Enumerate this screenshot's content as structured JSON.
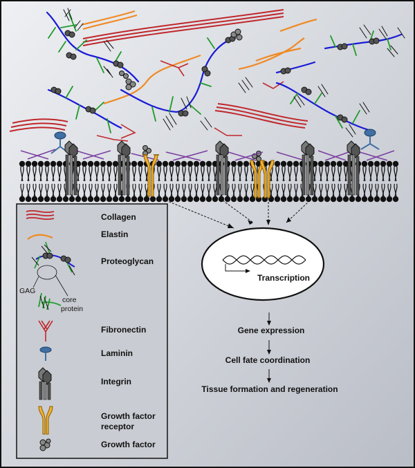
{
  "colors": {
    "collagen": "#c0262b",
    "elastin": "#f08a24",
    "core_protein": "#1a1ad6",
    "gag": "#1f9a2a",
    "fibronectin": "#c0262b",
    "laminin": "#3f6fa3",
    "integrin": "#555555",
    "gf_receptor": "#f2b233",
    "membrane": "#111111",
    "basement": "#7b3fa1",
    "background": "#d5d8de"
  },
  "legend": {
    "items": [
      {
        "id": "collagen",
        "label": "Collagen"
      },
      {
        "id": "elastin",
        "label": "Elastin"
      },
      {
        "id": "proteoglycan",
        "label": "Proteoglycan"
      },
      {
        "id": "fibronectin",
        "label": "Fibronectin"
      },
      {
        "id": "laminin",
        "label": "Laminin"
      },
      {
        "id": "integrin",
        "label": "Integrin"
      },
      {
        "id": "gf_receptor",
        "label": "Growth factor receptor",
        "lines": [
          "Growth factor",
          "receptor"
        ]
      },
      {
        "id": "growth_factor",
        "label": "Growth factor"
      }
    ],
    "proteoglycan_parts": {
      "gag": "GAG",
      "core_protein_lines": [
        "core",
        "protein"
      ]
    }
  },
  "nucleus": {
    "label": "Transcription"
  },
  "flow": [
    "Gene expression",
    "Cell fate coordination",
    "Tissue formation and regeneration"
  ]
}
